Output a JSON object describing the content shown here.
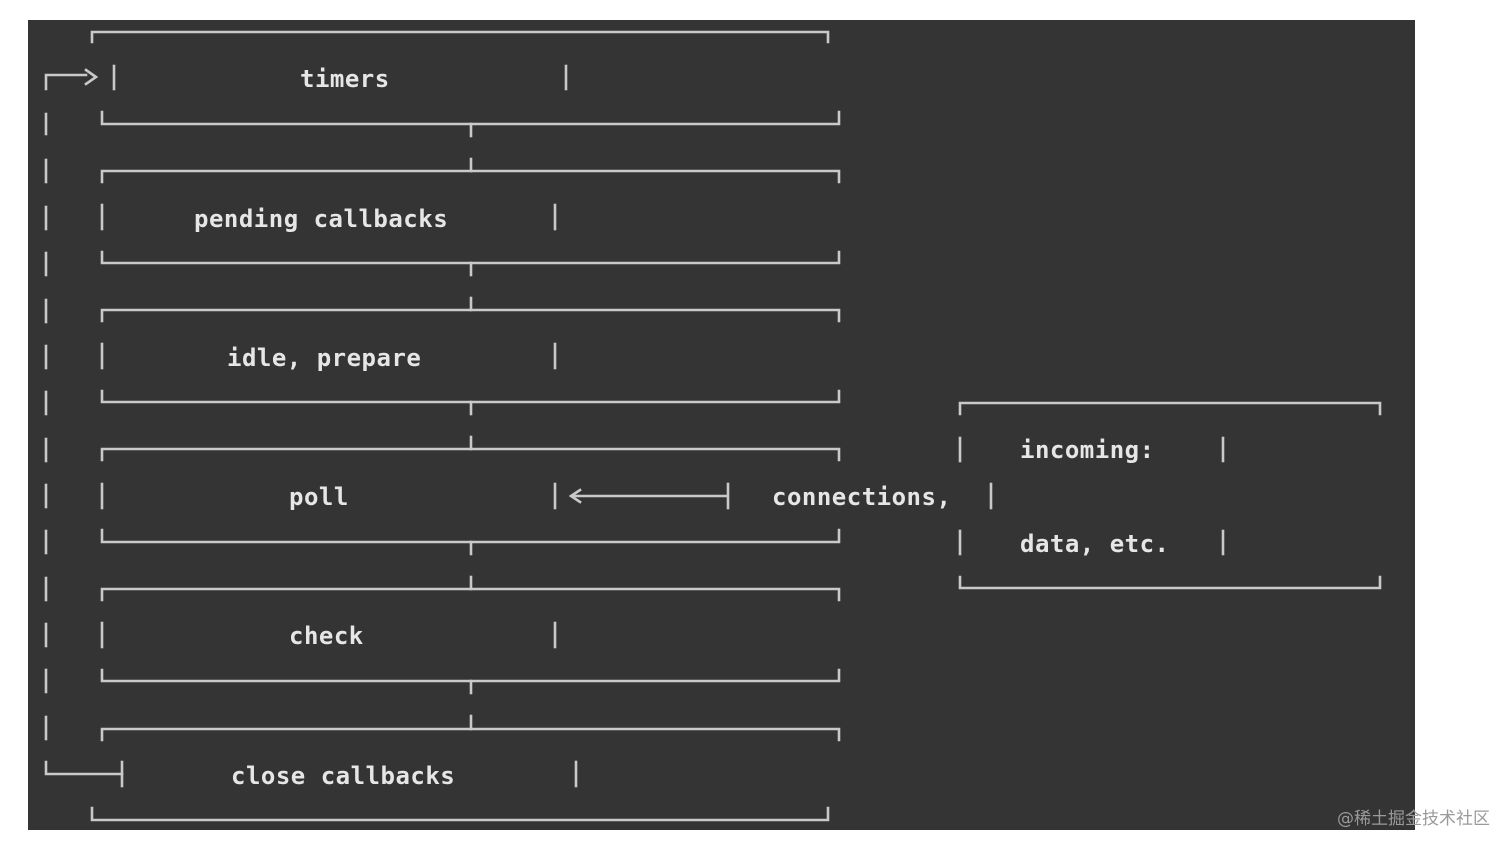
{
  "colors": {
    "background": "#343434",
    "lines": "#c9c9c9",
    "text": "#e6e6e6",
    "page": "#ffffff",
    "watermark": "#9a9a9a"
  },
  "phases": [
    {
      "id": "timers",
      "label": "timers"
    },
    {
      "id": "pending-callbacks",
      "label": "pending callbacks"
    },
    {
      "id": "idle-prepare",
      "label": "idle, prepare"
    },
    {
      "id": "poll",
      "label": "poll"
    },
    {
      "id": "check",
      "label": "check"
    },
    {
      "id": "close-callbacks",
      "label": "close callbacks"
    }
  ],
  "incoming": {
    "line1": "incoming:",
    "line2": "connections,",
    "line3": "data, etc."
  },
  "watermark": "@稀土掘金技术社区"
}
